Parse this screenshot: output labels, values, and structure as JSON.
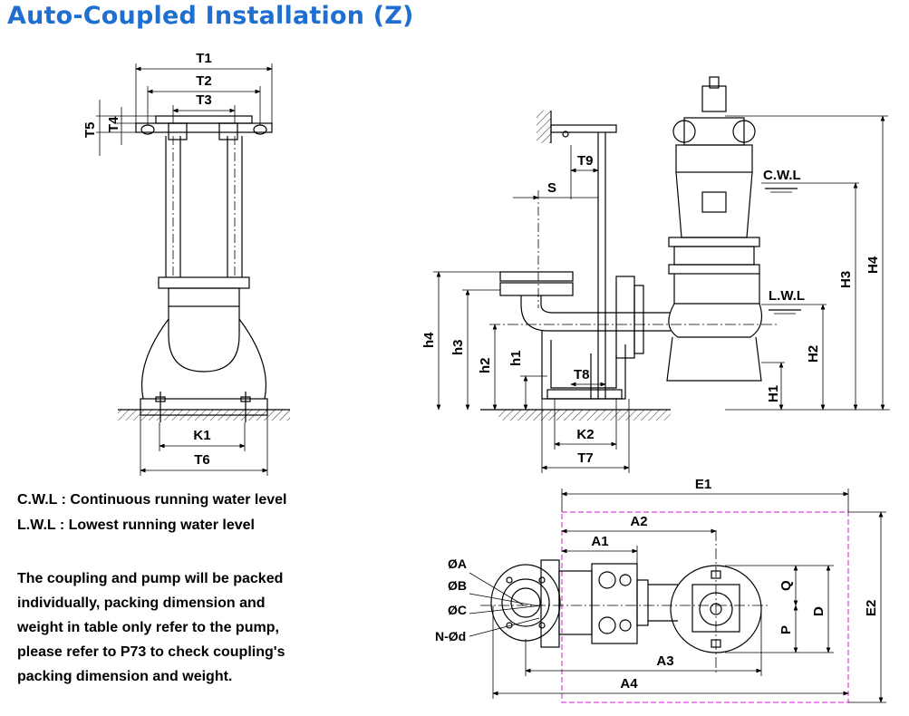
{
  "title": "Auto-Coupled Installation (Z)",
  "legend": {
    "cwl": "C.W.L : Continuous running water level",
    "lwl": "L.W.L :  Lowest running water level"
  },
  "note": [
    "The coupling and pump will be packed",
    "individually,  packing  dimension and",
    "weight  in table only refer to the pump,",
    "please refer to P73 to check coupling's",
    "packing dimension and weight."
  ],
  "labels": {
    "T1": "T1",
    "T2": "T2",
    "T3": "T3",
    "T4": "T4",
    "T5": "T5",
    "K1": "K1",
    "T6": "T6",
    "S": "S",
    "T9": "T9",
    "T8": "T8",
    "K2": "K2",
    "T7": "T7",
    "h1": "h1",
    "h2": "h2",
    "h3": "h3",
    "h4": "h4",
    "H1": "H1",
    "H2": "H2",
    "H3": "H3",
    "H4": "H4",
    "CWL": "C.W.L",
    "LWL": "L.W.L",
    "E1": "E1",
    "E2": "E2",
    "A1": "A1",
    "A2": "A2",
    "A3": "A3",
    "A4": "A4",
    "OA": "ØA",
    "OB": "ØB",
    "OC": "ØC",
    "Nd": "N-Ød",
    "Q": "Q",
    "D": "D",
    "P": "P"
  },
  "colors": {
    "title": "#1f6fd0",
    "boundary": "#e040e0"
  }
}
